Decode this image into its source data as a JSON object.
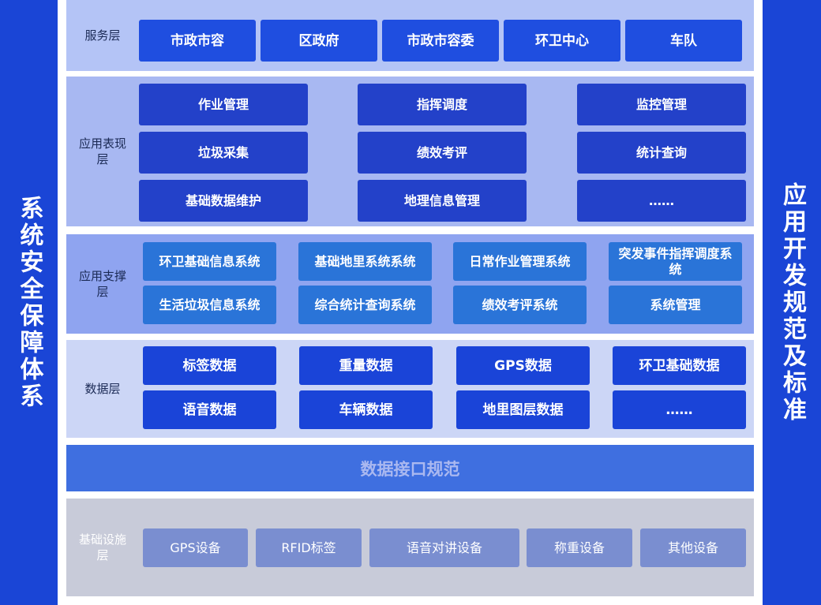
{
  "left_title": "系统安全保障体系",
  "right_title": "应用开发规范及标准",
  "service_layer": {
    "label": "服务层",
    "items": [
      "市政市容",
      "区政府",
      "市政市容委",
      "环卫中心",
      "车队"
    ]
  },
  "app_layer": {
    "label": "应用表现层",
    "items": [
      "作业管理",
      "指挥调度",
      "监控管理",
      "垃圾采集",
      "绩效考评",
      "统计查询",
      "基础数据维护",
      "地理信息管理",
      "……"
    ]
  },
  "support_layer": {
    "label": "应用支撑层",
    "items": [
      "环卫基础信息系统",
      "基础地里系统系统",
      "日常作业管理系统",
      "突发事件指挥调度系统",
      "生活垃圾信息系统",
      "综合统计查询系统",
      "绩效考评系统",
      "系统管理"
    ]
  },
  "data_layer": {
    "label": "数据层",
    "items": [
      "标签数据",
      "重量数据",
      "GPS数据",
      "环卫基础数据",
      "语音数据",
      "车辆数据",
      "地里图层数据",
      "……"
    ]
  },
  "interface_spec": "数据接口规范",
  "infra_layer": {
    "label": "基础设施层",
    "items": [
      "GPS设备",
      "RFID标签",
      "语音对讲设备",
      "称重设备",
      "其他设备"
    ]
  },
  "colors": {
    "side_bar": "#1a45d6",
    "service_bg": "#b4c4f6",
    "app_bg": "#a8b8f2",
    "support_bg": "#8fa4f0",
    "data_bg": "#ccd6f6",
    "interface_bg": "#3f6fe0",
    "infra_bg": "#c8cbd9"
  }
}
